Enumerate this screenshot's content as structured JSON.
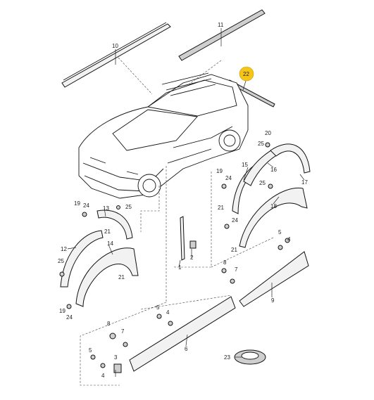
{
  "diagram": {
    "callouts": {
      "c1": "1",
      "c2": "2",
      "c3": "3",
      "c4a": "4",
      "c4b": "4",
      "c4c": "4",
      "c5a": "5",
      "c5b": "5",
      "c6": "6",
      "c7a": "7",
      "c7b": "7",
      "c8a": "8",
      "c8b": "8",
      "c9": "9",
      "c10": "10",
      "c11": "11",
      "c12": "12",
      "c13": "13",
      "c14": "14",
      "c15": "15",
      "c16": "16",
      "c17": "17",
      "c18": "18",
      "c19a": "19",
      "c19b": "19",
      "c19c": "19",
      "c20": "20",
      "c21a": "21",
      "c21b": "21",
      "c21c": "21",
      "c21d": "21",
      "c22": "22",
      "c23": "23",
      "c24a": "24",
      "c24b": "24",
      "c24c": "24",
      "c25a": "25",
      "c25b": "25",
      "c25c": "25",
      "c25d": "25"
    },
    "highlight_color": "#f5c518"
  }
}
